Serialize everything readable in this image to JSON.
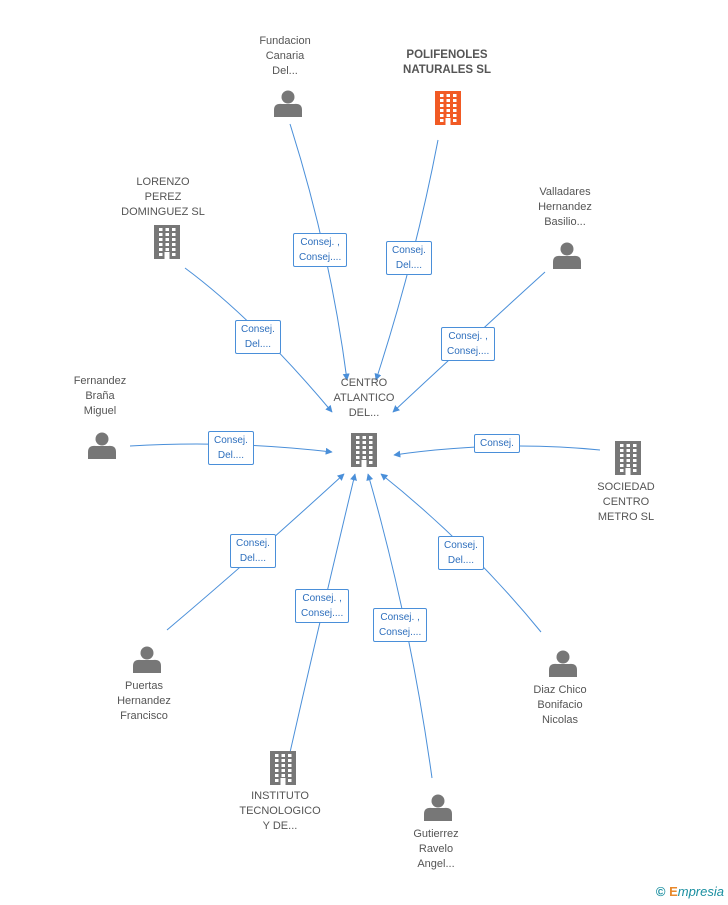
{
  "colors": {
    "edge": "#4a8fd9",
    "node": "#777777",
    "highlight": "#f15a24"
  },
  "center": {
    "label": "CENTRO\nATLANTICO\nDEL...",
    "icon": "building-icon"
  },
  "nodes": [
    {
      "id": "fundacion",
      "label": "Fundacion\nCanaria\nDel...",
      "icon": "person-icon",
      "edge_label": "Consej. ,\nConsej...."
    },
    {
      "id": "polifenoles",
      "label": "POLIFENOLES\nNATURALES SL",
      "icon": "building-icon",
      "highlight": true,
      "edge_label": "Consej.\nDel...."
    },
    {
      "id": "lorenzo",
      "label": "LORENZO\nPEREZ\nDOMINGUEZ SL",
      "icon": "building-icon",
      "edge_label": "Consej.\nDel...."
    },
    {
      "id": "valladares",
      "label": "Valladares\nHernandez\nBasilio...",
      "icon": "person-icon",
      "edge_label": "Consej. ,\nConsej...."
    },
    {
      "id": "fernandez",
      "label": "Fernandez\nBraña\nMiguel",
      "icon": "person-icon",
      "edge_label": "Consej.\nDel...."
    },
    {
      "id": "sociedad",
      "label": "SOCIEDAD\nCENTRO\nMETRO SL",
      "icon": "building-icon",
      "edge_label": "Consej."
    },
    {
      "id": "puertas",
      "label": "Puertas\nHernandez\nFrancisco",
      "icon": "person-icon",
      "edge_label": "Consej.\nDel...."
    },
    {
      "id": "instituto",
      "label": "INSTITUTO\nTECNOLOGICO\nY DE...",
      "icon": "building-icon",
      "edge_label": "Consej. ,\nConsej...."
    },
    {
      "id": "gutierrez",
      "label": "Gutierrez\nRavelo\nAngel...",
      "icon": "person-icon",
      "edge_label": "Consej. ,\nConsej...."
    },
    {
      "id": "diaz",
      "label": "Diaz Chico\nBonifacio\nNicolas",
      "icon": "person-icon",
      "edge_label": "Consej.\nDel...."
    }
  ],
  "footer": {
    "copyright": "©",
    "brand_first": "E",
    "brand_rest": "mpresia"
  }
}
